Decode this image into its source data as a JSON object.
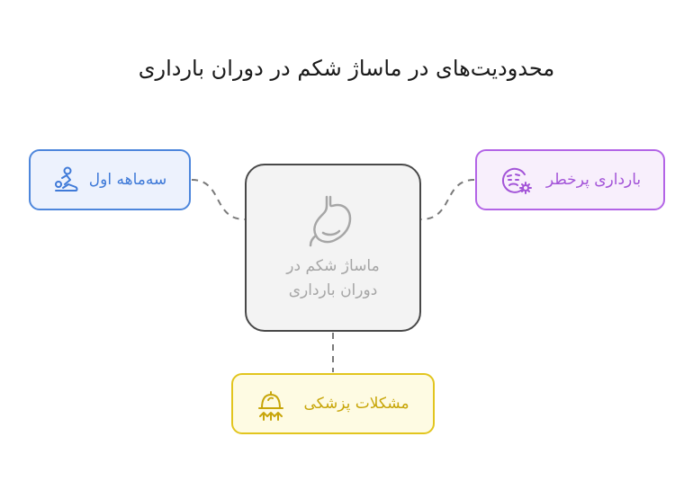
{
  "title": "محدودیت‌های در ماساژ شکم در دوران بارداری",
  "center": {
    "label": "ماساژ شکم در دوران بارداری",
    "icon": "stomach-icon"
  },
  "nodes": {
    "first_trimester": {
      "label": "سه‌ماهه اول",
      "icon": "massage-person-icon",
      "color": "#4d86dc"
    },
    "high_risk": {
      "label": "بارداری پرخطر",
      "icon": "sick-face-icon",
      "color": "#b364e6"
    },
    "medical_problems": {
      "label": "مشکلات پزشکی",
      "icon": "alarm-bell-icon",
      "color": "#e2c51e"
    }
  },
  "colors": {
    "center_border": "#484848",
    "center_fill": "#f3f3f3",
    "connector": "#7a7a7a"
  }
}
